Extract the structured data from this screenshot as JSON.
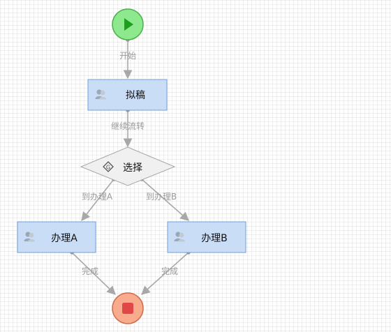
{
  "nodes": {
    "start": {
      "type": "start"
    },
    "draft": {
      "label": "拟稿",
      "icon": "user-group-icon"
    },
    "choice": {
      "label": "选择",
      "icon": "gateway-icon"
    },
    "handle_a": {
      "label": "办理A",
      "icon": "user-group-icon"
    },
    "handle_b": {
      "label": "办理B",
      "icon": "user-group-icon"
    },
    "end": {
      "type": "end"
    }
  },
  "edges": {
    "start_to_draft": "开始",
    "draft_to_choice": "继续流转",
    "choice_to_a": "到办理A",
    "choice_to_b": "到办理B",
    "a_to_end": "完成",
    "b_to_end": "完成"
  },
  "colors": {
    "start_fill": "#8ee88e",
    "start_stroke": "#4cb04c",
    "start_icon": "#1ea01e",
    "task_fill": "#c9ddf7",
    "task_stroke": "#6f9fd6",
    "gateway_fill": "#f0f0f0",
    "gateway_stroke": "#a6a6a6",
    "end_fill": "#f9ab8d",
    "end_stroke": "#d06c4a",
    "end_icon": "#e04848",
    "edge": "#a8a8a8"
  }
}
